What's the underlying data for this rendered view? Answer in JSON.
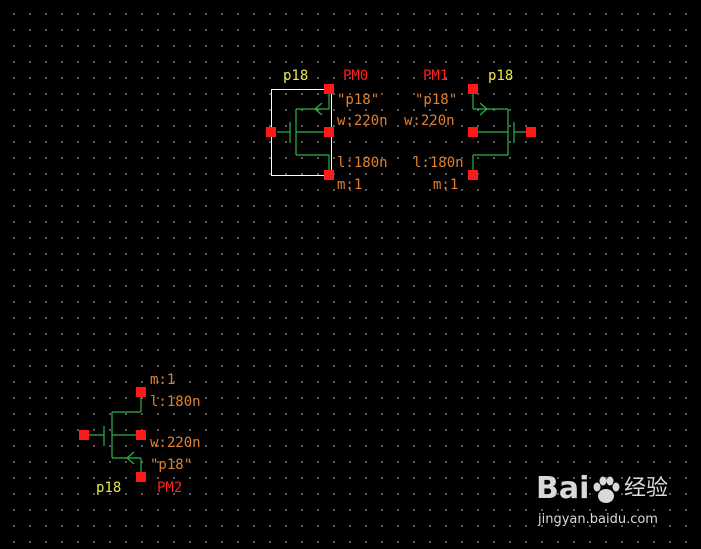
{
  "colors": {
    "background": "#000000",
    "grid_dot": "#6e6e6e",
    "wire": "#2db34a",
    "pin": "#ff1a1a",
    "cell_name": "#e8e84a",
    "instance_name": "#ff2020",
    "property": "#e08030",
    "selection": "#ffffff"
  },
  "devices": [
    {
      "cell": "p18",
      "instance": "PM0",
      "model": "\"p18\"",
      "w": "w:220n",
      "l": "l:180n",
      "m": "m:1",
      "selected": true
    },
    {
      "cell": "p18",
      "instance": "PM1",
      "model": "\"p18\"",
      "w": "w:220n",
      "l": "l:180n",
      "m": "m:1",
      "selected": false
    },
    {
      "cell": "p18",
      "instance": "PM2",
      "model": "\"p18\"",
      "w": "w:220n",
      "l": "l:180n",
      "m": "m:1",
      "selected": false
    }
  ],
  "watermark": {
    "brand": "Bai",
    "brand_suffix": "经验",
    "url": "jingyan.baidu.com"
  }
}
